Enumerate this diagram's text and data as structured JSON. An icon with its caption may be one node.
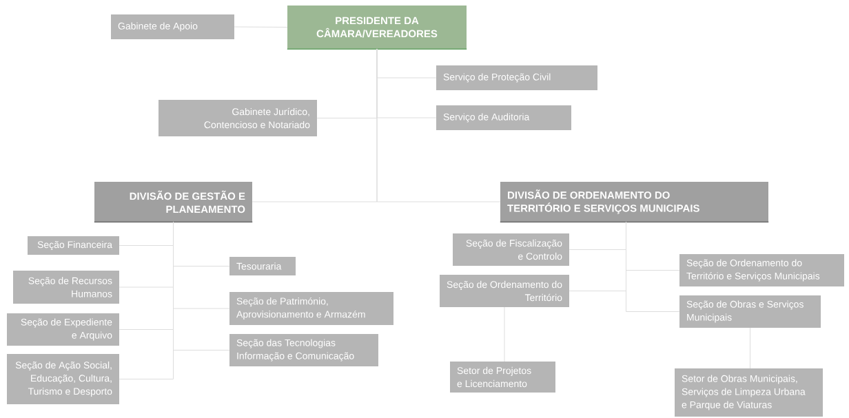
{
  "diagram": {
    "nodes": [
      {
        "text": [
          "PRESIDENTE DA CÂMARA/VEREADORES"
        ]
      },
      {
        "text": [
          "Gabinete de Apoio"
        ]
      },
      {
        "text": [
          "Serviço de Proteção Civil"
        ]
      },
      {
        "text": [
          "Gabinete Jurídico, Contencioso e Notariado"
        ]
      },
      {
        "text": [
          "Serviço de Auditoria"
        ]
      },
      {
        "text": [
          "DIVISÃO DE GESTÃO E PLANEAMENTO"
        ]
      },
      {
        "text": [
          "DIVISÃO DE ORDENAMENTO DO TERRITÓRIO E SERVIÇOS MUNICIPAIS"
        ]
      },
      {
        "text": [
          "Seção Financeira"
        ]
      },
      {
        "text": [
          "Seção de Recursos Humanos"
        ]
      },
      {
        "text": [
          "Seção de Expediente e Arquivo"
        ]
      },
      {
        "text": [
          "Seção de Ação Social, Educação, Cultura, Turismo e Desporto"
        ]
      },
      {
        "text": [
          "Tesouraria"
        ]
      },
      {
        "text": [
          "Seção de Património, Aprovisionamento e Armazém"
        ]
      },
      {
        "text": [
          "Seção das Tecnologias Informação e Comunicação"
        ]
      },
      {
        "text": [
          "Seção de Fiscalização e Controlo"
        ]
      },
      {
        "text": [
          "Seção de Ordenamento do Território"
        ]
      },
      {
        "text": [
          "Setor de Projetos e Licenciamento"
        ]
      },
      {
        "text": [
          "Seção de Ordenamento do Território e Serviços Municipais"
        ]
      },
      {
        "text": [
          "Seção de Obras e Serviços Municipais"
        ]
      },
      {
        "text": [
          "Setor de Obras Municipais, Serviços de Limpeza Urbana e Parque de Viaturas"
        ]
      }
    ],
    "edges": [
      {
        "from": 0,
        "to": 1,
        "arrow": "none"
      },
      {
        "from": 0,
        "to": 2,
        "arrow": "none"
      },
      {
        "from": 0,
        "to": 3,
        "arrow": "none"
      },
      {
        "from": 0,
        "to": 4,
        "arrow": "none"
      },
      {
        "from": 0,
        "to": 5,
        "arrow": "none"
      },
      {
        "from": 0,
        "to": 6,
        "arrow": "none"
      },
      {
        "from": 5,
        "to": 7,
        "arrow": "none"
      },
      {
        "from": 5,
        "to": 8,
        "arrow": "none"
      },
      {
        "from": 5,
        "to": 9,
        "arrow": "none"
      },
      {
        "from": 5,
        "to": 10,
        "arrow": "none"
      },
      {
        "from": 5,
        "to": 11,
        "arrow": "none"
      },
      {
        "from": 5,
        "to": 12,
        "arrow": "none"
      },
      {
        "from": 5,
        "to": 13,
        "arrow": "none"
      },
      {
        "from": 6,
        "to": 14,
        "arrow": "none"
      },
      {
        "from": 6,
        "to": 15,
        "arrow": "none"
      },
      {
        "from": 6,
        "to": 17,
        "arrow": "none"
      },
      {
        "from": 6,
        "to": 18,
        "arrow": "none"
      },
      {
        "from": 15,
        "to": 16,
        "arrow": "none"
      },
      {
        "from": 18,
        "to": 19,
        "arrow": "none"
      }
    ]
  }
}
